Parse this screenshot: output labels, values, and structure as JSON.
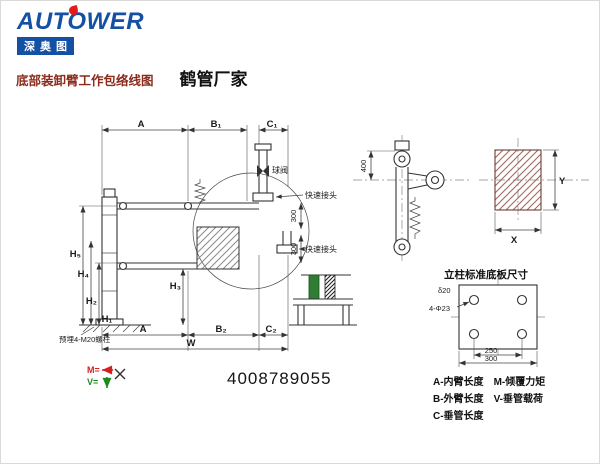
{
  "header": {
    "logo": "AUTOWER",
    "logo_sub": "深奥图",
    "title": "底部装卸臂工作包络线图",
    "subtitle": "鹤管厂家"
  },
  "envelope_view": {
    "dim_a_top": "A",
    "dim_b1": "B₁",
    "dim_c1": "C₁",
    "dim_a_bottom": "A",
    "dim_b2": "B₂",
    "dim_c2": "C₂",
    "dim_w": "W",
    "dim_h1": "H₁",
    "dim_h2": "H₂",
    "dim_h3": "H₃",
    "dim_h4": "H₄",
    "dim_h5": "H₅",
    "dim_300_upper": "300",
    "dim_300_lower": "300",
    "label_ball_valve": "球阀",
    "label_quick_coupler_upper": "快速接头",
    "label_quick_coupler_lower": "快速接头",
    "label_anchor": "预埋4-M20螺柱",
    "label_m": "M=",
    "label_v": "V="
  },
  "side_view": {
    "dim_400": "400"
  },
  "section_view": {
    "dim_x": "X",
    "dim_y": "Y"
  },
  "base_plate": {
    "title": "立柱标准底板尺寸",
    "label_thickness": "δ20",
    "label_holes": "4-Φ23",
    "dim_250": "250",
    "dim_300": "300"
  },
  "legend": {
    "a": "A-内臂长度",
    "b": "B-外臂长度",
    "c": "C-垂管长度",
    "m": "M-倾覆力矩",
    "v": "V-垂管载荷"
  },
  "footer": {
    "phone": "4008789055"
  },
  "colors": {
    "logo_blue": "#1450a4",
    "logo_red": "#e21b1b",
    "title_red": "#8b2b1b",
    "moment_red": "#d42020",
    "load_green": "#1e8a1e",
    "section_hatch": "#a2695a"
  }
}
